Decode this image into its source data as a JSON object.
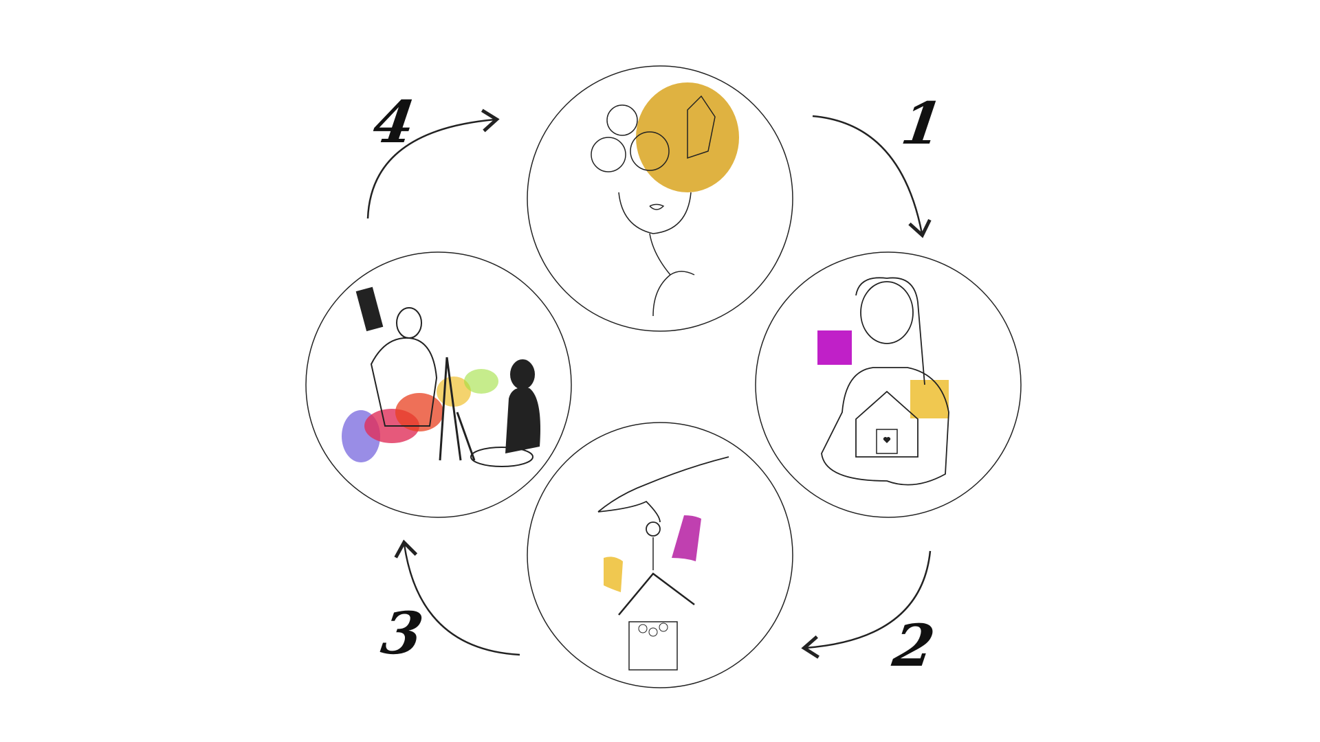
{
  "steps": [
    {
      "number": "1",
      "illustration": "woman-hugging-house"
    },
    {
      "number": "2",
      "illustration": "hand-dropping-coin-family"
    },
    {
      "number": "3",
      "illustration": "photographer-and-painter"
    },
    {
      "number": "4",
      "illustration": "flower-head-woman"
    }
  ],
  "colors": {
    "yellow": "#d9a520",
    "magenta": "#c020c8",
    "pale_yellow": "#f0c850",
    "pink": "#c040b0"
  }
}
